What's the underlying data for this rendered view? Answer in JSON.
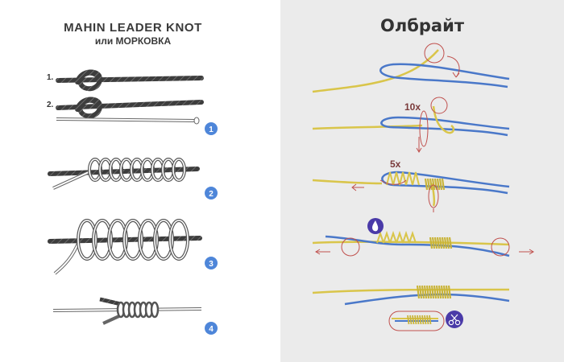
{
  "left": {
    "title": "MAHIN LEADER KNOT",
    "subtitle": "или МОРКОВКА",
    "row_labels": [
      "1.",
      "2."
    ],
    "badges": [
      "1",
      "2",
      "3",
      "4"
    ]
  },
  "right": {
    "title": "Олбрайт",
    "wrap_counts": [
      "10x",
      "5x"
    ]
  },
  "colors": {
    "rope": "#3d3d3d",
    "leader": "#4a78c9",
    "main_line": "#d9c54a",
    "marker": "#c0504d",
    "badge_blue": "#4e86d9",
    "tool_badge": "#4a3aa8"
  }
}
